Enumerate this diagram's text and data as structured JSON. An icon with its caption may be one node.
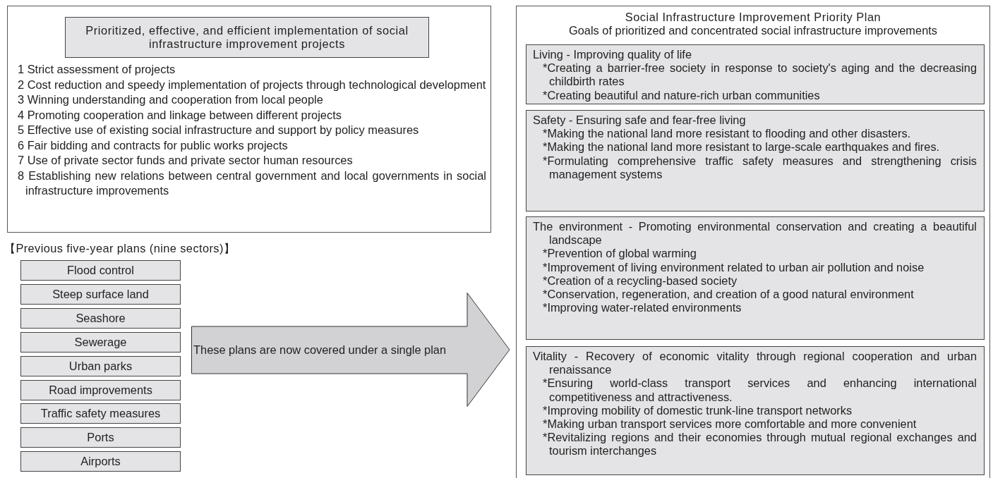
{
  "diagram": {
    "nodes": [
      {
        "text": [
          "1 Strict assessment of projects",
          "2 Cost reduction and speedy implementation of projects through technological development",
          "3 Winning understanding and cooperation from local people",
          "4 Promoting cooperation and linkage between different projects",
          "5 Effective use of existing social infrastructure and support by policy measures",
          "6 Fair bidding and contracts for public works projects",
          "7 Use of private sector funds and private sector human resources",
          "8 Establishing new relations between central government and local governments in social infrastructure improvements"
        ]
      },
      {
        "text": [
          "Prioritized, effective, and efficient implementation of social infrastructure improvement projects"
        ],
        "in": 0
      },
      {
        "text": [
          "Flood control"
        ]
      },
      {
        "text": [
          "Steep surface land"
        ]
      },
      {
        "text": [
          "Seashore"
        ]
      },
      {
        "text": [
          "Sewerage"
        ]
      },
      {
        "text": [
          "Urban parks"
        ]
      },
      {
        "text": [
          "Road improvements"
        ]
      },
      {
        "text": [
          "Traffic safety measures"
        ]
      },
      {
        "text": [
          "Ports"
        ]
      },
      {
        "text": [
          "Airports"
        ]
      },
      {
        "text": [
          "These plans are now covered under a single plan"
        ]
      },
      {
        "text": [
          "Social Infrastructure Improvement Priority Plan",
          "Goals of prioritized and concentrated social infrastructure improvements"
        ]
      },
      {
        "text": [
          "Living - Improving quality of life",
          "*Creating a barrier-free society in response to society's aging and the decreasing childbirth rates",
          "*Creating beautiful and nature-rich urban communities"
        ],
        "in": 12
      },
      {
        "text": [
          "Safety - Ensuring safe and fear-free living",
          "*Making the national land more resistant to flooding and other disasters.",
          "*Making the national land more resistant to large-scale earthquakes and fires.",
          "*Formulating comprehensive traffic safety measures and strengthening crisis management systems"
        ],
        "in": 12
      },
      {
        "text": [
          "The environment - Promoting environmental conservation and creating a beautiful landscape",
          "*Prevention of global warming",
          "*Improvement of living environment related to urban air pollution and noise",
          "*Creation of a recycling-based society",
          "*Conservation, regeneration, and creation of a good natural environment",
          "*Improving water-related environments"
        ],
        "in": 12
      },
      {
        "text": [
          "Vitality - Recovery of economic vitality through regional cooperation and urban renaissance",
          "*Ensuring world-class transport services and enhancing international competitiveness and attractiveness.",
          "*Improving mobility of domestic trunk-line transport networks",
          "*Making urban transport services more comfortable and more convenient",
          "*Revitalizing regions and their economies through mutual regional exchanges and tourism interchanges"
        ],
        "in": 12
      }
    ],
    "labels": [
      "【Previous five-year plans (nine sectors)】"
    ]
  }
}
